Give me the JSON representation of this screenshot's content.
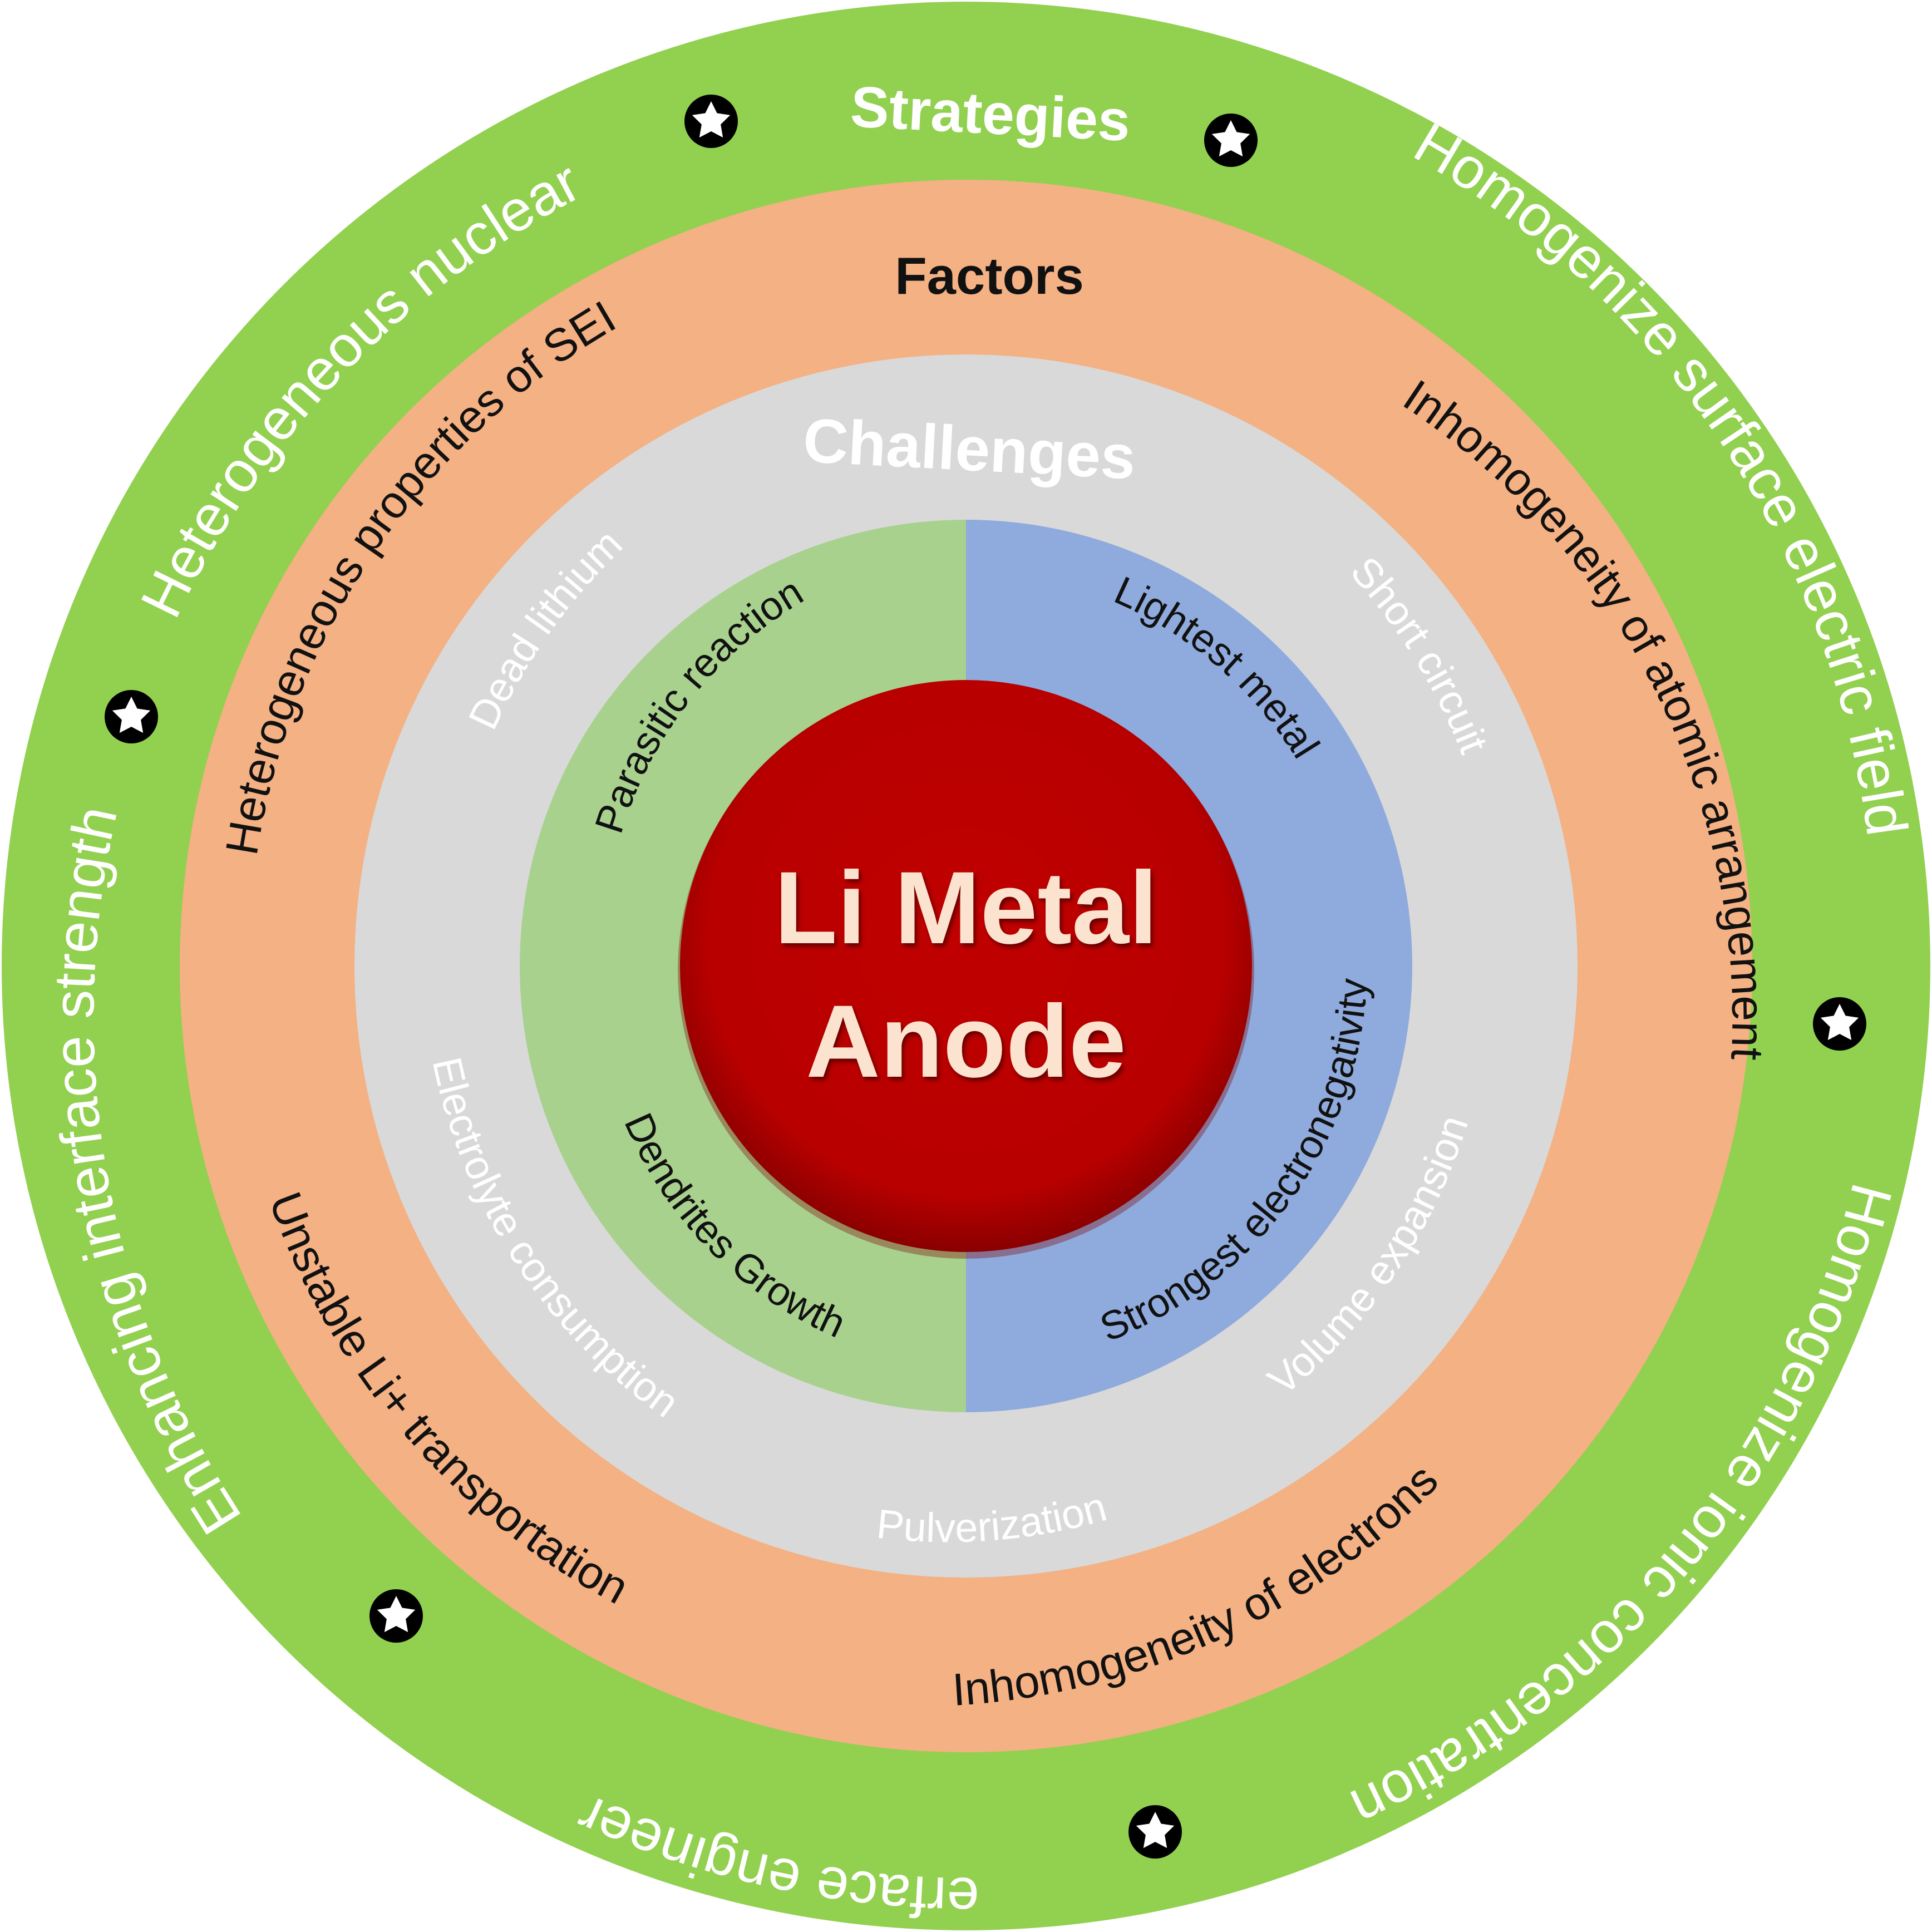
{
  "center": {
    "line1": "Li Metal",
    "line2": "Anode"
  },
  "strategies": {
    "title": "Strategies",
    "items": [
      "Heterogeneous nuclear",
      "Homogenize surface electric field",
      "Homogenize ionic concentration",
      "Interface engineering",
      "Enhancing interface strength"
    ]
  },
  "factors": {
    "title": "Factors",
    "items": [
      "Heterogeneous properties of SEI",
      "Inhomogeneity  of atomic arrangement",
      "Inhomogeneity of electrons",
      "Unstable Li+ transportation"
    ]
  },
  "challenges": {
    "title": "Challenges",
    "items": [
      "Dead lithium",
      "Short circuit",
      "Volume expansion",
      "Pulverization",
      "Electrolyte consumption"
    ]
  },
  "core": {
    "left_items": [
      "Parasitic reaction",
      "Dendrites Growth"
    ],
    "right_items": [
      "Lightest metal",
      "Strongest electronegativity"
    ]
  },
  "colors": {
    "strategies_ring": "#92d050",
    "factors_ring": "#f4b183",
    "challenges_ring": "#d9d9d9",
    "core_left": "#a9d18e",
    "core_right": "#8faadc",
    "center_disc": "#c00000",
    "center_text": "#fbe3cf"
  },
  "icons": {
    "separator": "star-badge-icon"
  }
}
